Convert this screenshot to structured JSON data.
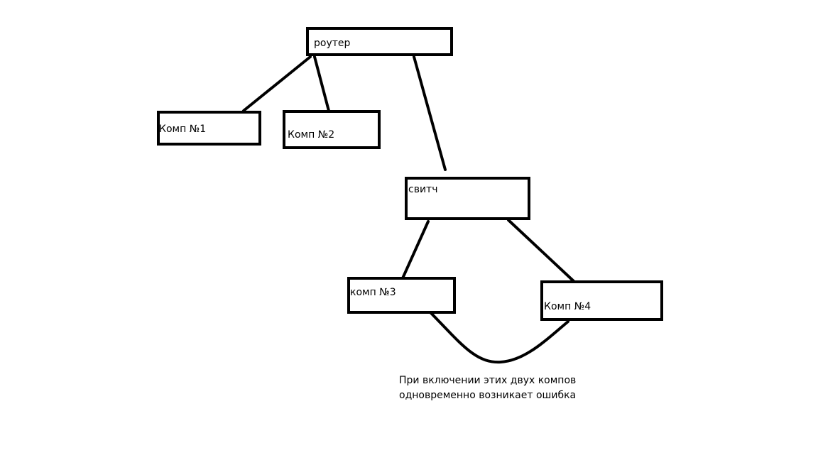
{
  "nodes": {
    "router": "роутер",
    "comp1": "Комп №1",
    "comp2": "Комп №2",
    "switch": "свитч",
    "comp3": "комп №3",
    "comp4": "Комп №4"
  },
  "note": {
    "line1": "При включении этих двух компов",
    "line2": "одновременно возникает ошибка"
  }
}
